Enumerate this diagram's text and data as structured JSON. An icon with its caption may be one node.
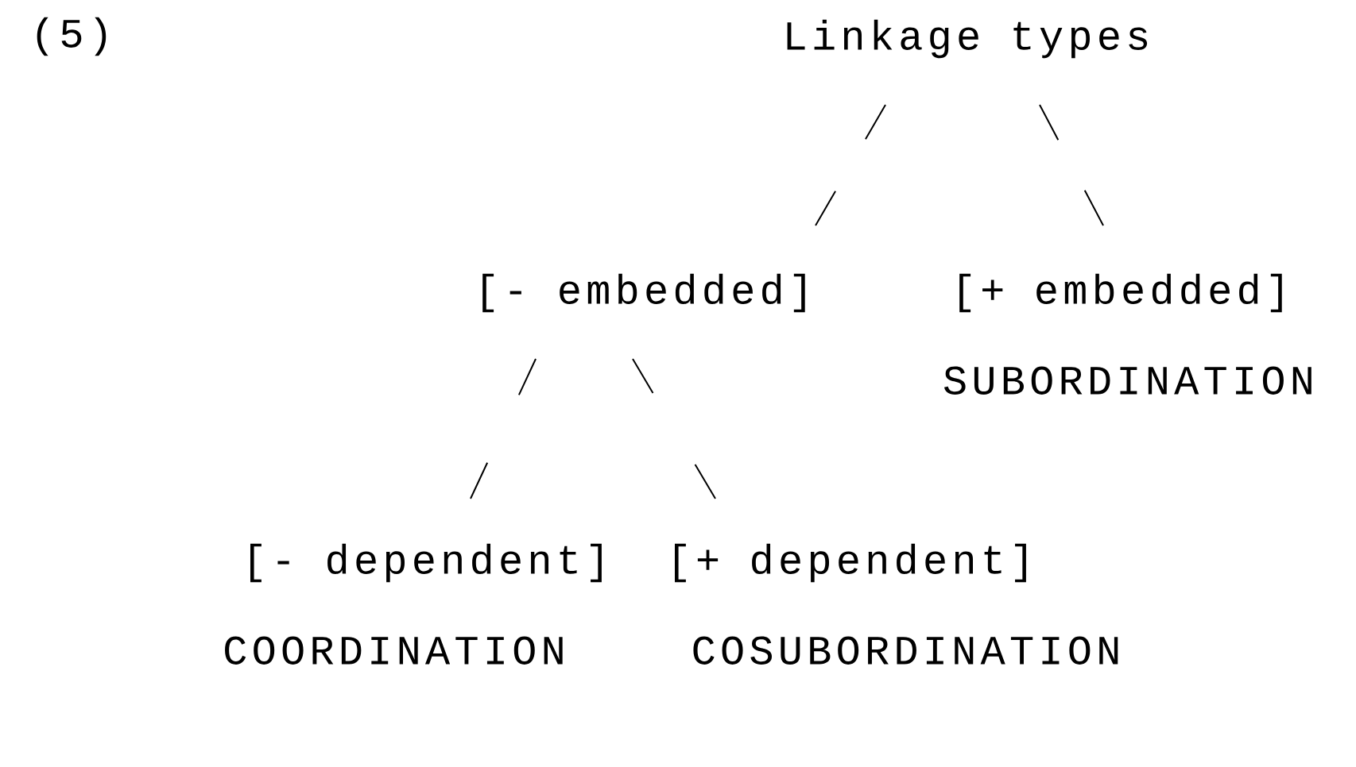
{
  "diagram": {
    "nodes": [
      {
        "text": [
          "Linkage types"
        ]
      },
      {
        "text": [
          "[- embedded]"
        ]
      },
      {
        "text": [
          "[+ embedded]",
          "SUBORDINATION"
        ]
      },
      {
        "text": [
          "[- dependent]",
          "COORDINATION"
        ]
      },
      {
        "text": [
          "[+ dependent]",
          "COSUBORDINATION"
        ]
      }
    ],
    "edges": [
      {
        "from": 0,
        "to": 1,
        "arrow": "none"
      },
      {
        "from": 0,
        "to": 2,
        "arrow": "none"
      },
      {
        "from": 1,
        "to": 3,
        "arrow": "none"
      },
      {
        "from": 1,
        "to": 4,
        "arrow": "none"
      }
    ],
    "labels": [
      "(5)"
    ]
  }
}
